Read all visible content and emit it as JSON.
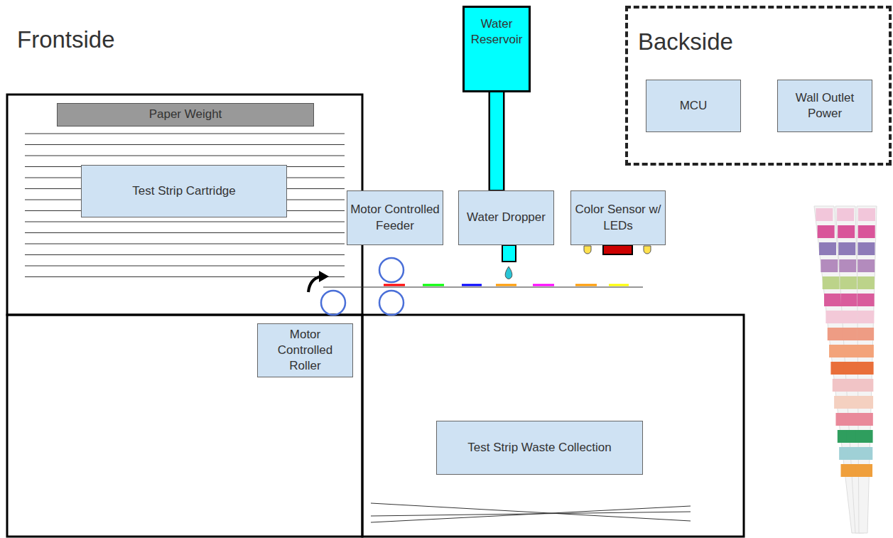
{
  "diagram": {
    "nodes": [
      {
        "text": [
          "Water Reservoir"
        ]
      },
      {
        "text": [
          "Backside"
        ]
      },
      {
        "text": [
          "MCU"
        ],
        "in": 1
      },
      {
        "text": [
          "Wall Outlet Power"
        ],
        "in": 1
      },
      {
        "text": [
          "Paper Weight"
        ]
      },
      {
        "text": [
          "Test Strip Cartridge"
        ]
      },
      {
        "text": [
          "Motor Controlled Feeder"
        ]
      },
      {
        "text": [
          "Water Dropper"
        ]
      },
      {
        "text": [
          "Color Sensor w/ LEDs"
        ]
      },
      {
        "text": [
          "Motor Controlled Roller"
        ]
      },
      {
        "text": [
          "Test Strip Waste Collection"
        ]
      }
    ],
    "edges": [
      {
        "from": 0,
        "to": 7,
        "arrow": "none"
      }
    ],
    "labels": [
      "Frontside"
    ]
  }
}
